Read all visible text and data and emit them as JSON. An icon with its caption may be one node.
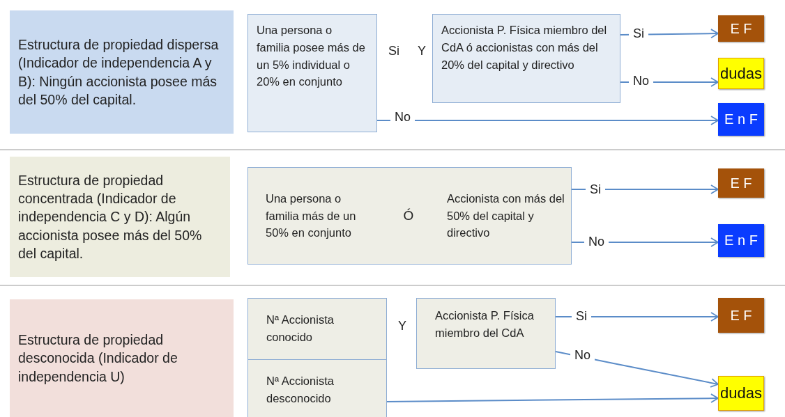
{
  "diagram": {
    "nodes": [
      {
        "text": [
          "Estructura de propiedad dispersa (Indicador de independencia A y B): Ningún accionista posee más del 50% del capital."
        ]
      },
      {
        "text": [
          "Una persona o familia posee más de un 5% individual o 20% en conjunto"
        ]
      },
      {
        "text": [
          "Accionista P. Física miembro del CdA ó accionistas con más del 20% del capital y directivo"
        ]
      },
      {
        "text": [
          "E F"
        ]
      },
      {
        "text": [
          "dudas"
        ]
      },
      {
        "text": [
          "E n F"
        ]
      },
      {
        "text": [
          "Estructura de propiedad concentrada (Indicador de independencia C y D): Algún accionista posee más del 50% del capital."
        ]
      },
      {
        "text": [
          "Una persona o familia más de un 50% en conjunto",
          "Ó",
          "Accionista con más del 50% del capital y directivo"
        ]
      },
      {
        "text": [
          "E F"
        ]
      },
      {
        "text": [
          "E n F"
        ]
      },
      {
        "text": [
          "Estructura de propiedad desconocida (Indicador de independencia U)"
        ]
      },
      {
        "text": [
          "Nª Accionista conocido"
        ]
      },
      {
        "text": [
          "Nª Accionista desconocido"
        ]
      },
      {
        "text": [
          "Accionista P. Física miembro del CdA"
        ]
      },
      {
        "text": [
          "E F"
        ]
      },
      {
        "text": [
          "dudas"
        ]
      }
    ],
    "edges": [
      {
        "from": 2,
        "to": 3,
        "label": "Si",
        "arrow": "to"
      },
      {
        "from": 2,
        "to": 4,
        "label": "No",
        "arrow": "to"
      },
      {
        "from": 1,
        "to": 5,
        "label": "No",
        "arrow": "to"
      },
      {
        "from": 7,
        "to": 8,
        "label": "Si",
        "arrow": "to"
      },
      {
        "from": 7,
        "to": 9,
        "label": "No",
        "arrow": "to"
      },
      {
        "from": 13,
        "to": 14,
        "label": "Si",
        "arrow": "to"
      },
      {
        "from": 13,
        "to": 15,
        "label": "No",
        "arrow": "to"
      },
      {
        "from": 12,
        "to": 15,
        "arrow": "to"
      }
    ],
    "labels": [
      "Si",
      "Y",
      "Y"
    ]
  }
}
